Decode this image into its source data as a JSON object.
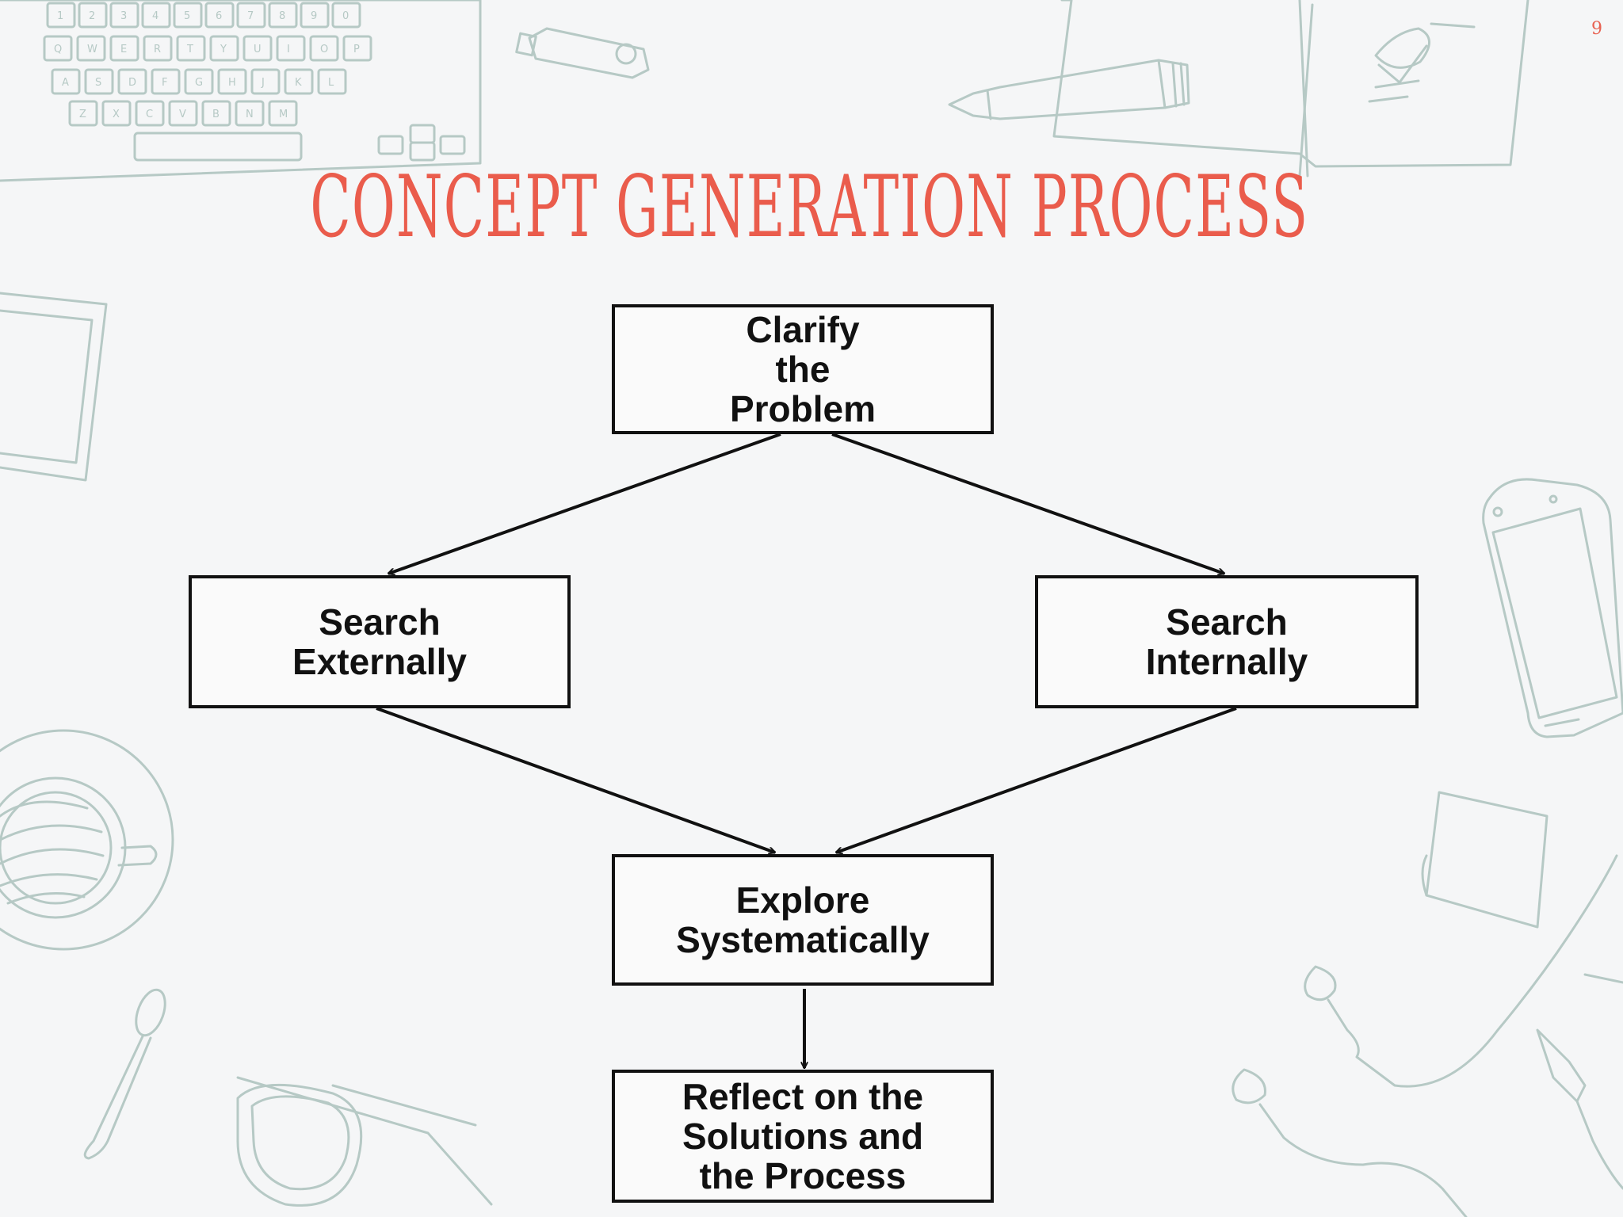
{
  "slide": {
    "title": "CONCEPT GENERATION PROCESS",
    "page_number": "9"
  },
  "diagram": {
    "nodes": [
      {
        "id": "clarify",
        "lines": [
          "Clarify",
          "the",
          "Problem"
        ]
      },
      {
        "id": "search-external",
        "lines": [
          "Search",
          "Externally"
        ]
      },
      {
        "id": "search-internal",
        "lines": [
          "Search",
          "Internally"
        ]
      },
      {
        "id": "explore",
        "lines": [
          "Explore",
          "Systematically"
        ]
      },
      {
        "id": "reflect",
        "lines": [
          "Reflect on the",
          "Solutions and",
          "the Process"
        ]
      }
    ],
    "edges": [
      {
        "from": "clarify",
        "to": "search-external"
      },
      {
        "from": "clarify",
        "to": "search-internal"
      },
      {
        "from": "search-external",
        "to": "explore"
      },
      {
        "from": "search-internal",
        "to": "explore"
      },
      {
        "from": "explore",
        "to": "reflect"
      }
    ]
  },
  "keyboard": {
    "number_keys": [
      "1",
      "2",
      "3",
      "4",
      "5",
      "6",
      "7",
      "8",
      "9",
      "0"
    ],
    "top_row": [
      "Q",
      "W",
      "E",
      "R",
      "T",
      "Y",
      "U",
      "I",
      "O",
      "P"
    ],
    "home_row": [
      "A",
      "S",
      "D",
      "F",
      "G",
      "H",
      "J",
      "K",
      "L"
    ],
    "bottom_row": [
      "Z",
      "X",
      "C",
      "V",
      "B",
      "N",
      "M"
    ]
  },
  "colors": {
    "title": "#ea5c4c",
    "background": "#f5f6f7",
    "sketch": "#b6c9c5",
    "diagram": "#111111"
  }
}
